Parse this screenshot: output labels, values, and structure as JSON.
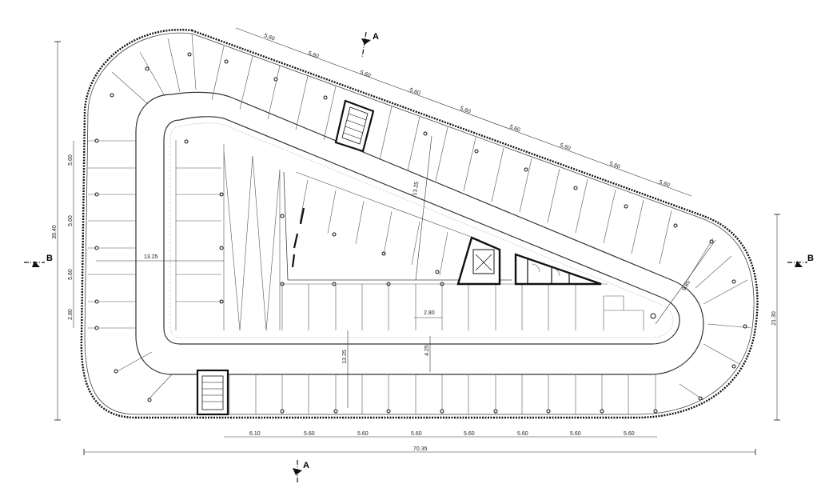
{
  "sections": {
    "a_top": "A",
    "a_bottom": "A",
    "b_left": "B",
    "b_right": "B"
  },
  "dimensions": {
    "top_chain": [
      "5.60",
      "5.60",
      "5.60",
      "5.60",
      "5.60",
      "5.60",
      "5.60",
      "5.60",
      "5.60"
    ],
    "bottom_chain": [
      "6.10",
      "5.60",
      "5.60",
      "5.60",
      "5.60",
      "5.60",
      "5.60",
      "5.60"
    ],
    "overall_width": "70.35",
    "left_chain": [
      "5.60",
      "5.60",
      "5.60",
      "2.80"
    ],
    "overall_height": "39.40",
    "right_height": "21.30",
    "inner_left": "13.25",
    "inner_vertical": "13.25",
    "inner_diagonal": "13.25",
    "aisle_width": "2.80",
    "aisle_depth": "4.25",
    "ramp_radius": "9.85"
  }
}
